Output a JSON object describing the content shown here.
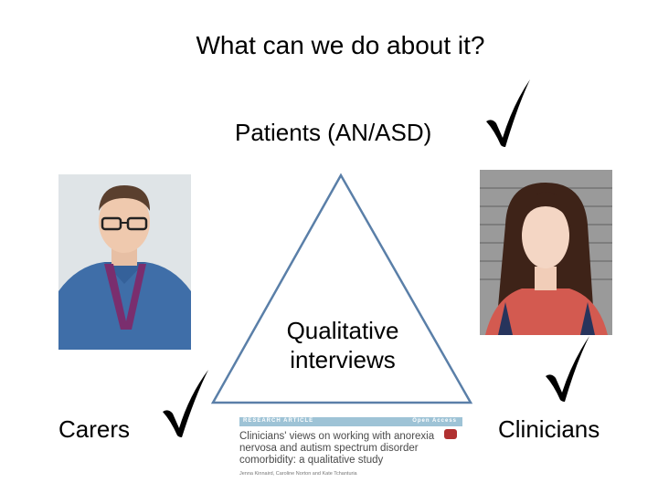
{
  "slide": {
    "title": "What can we do about it?",
    "nodes": {
      "top": "Patients (AN/ASD)",
      "center": "Qualitative interviews",
      "left": "Carers",
      "right": "Clinicians"
    },
    "checkmark_glyph": "✓",
    "paper": {
      "banner_left": "RESEARCH ARTICLE",
      "banner_right": "Open Access",
      "title": "Clinicians' views on working with anorexia nervosa and autism spectrum disorder comorbidity: a qualitative study",
      "authors": "Jenna Kinnaird, Caroline Norton and Kate Tchanturia"
    },
    "colors": {
      "triangle_stroke": "#5a7fa8",
      "paper_banner": "#9ec3d6"
    }
  }
}
